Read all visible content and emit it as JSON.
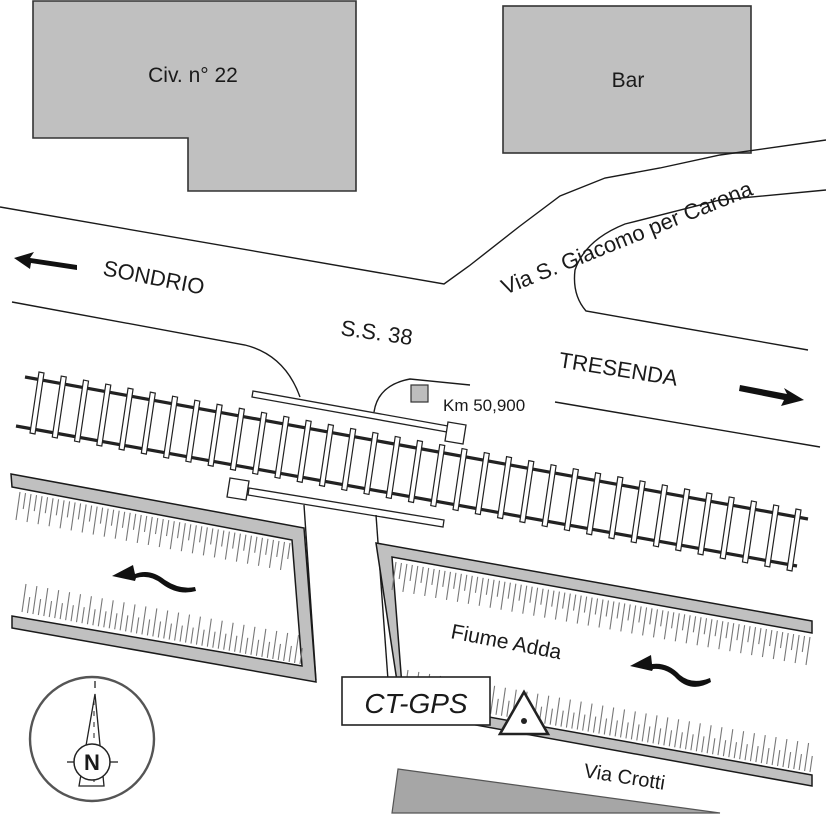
{
  "map": {
    "buildings": [
      {
        "id": "civ22",
        "label": "Civ. n° 22"
      },
      {
        "id": "bar",
        "label": "Bar"
      }
    ],
    "roads": {
      "main": "S.S. 38",
      "side": "Via S. Giacomo per Carona",
      "bottom": "Via Crotti"
    },
    "directions": {
      "west": {
        "label": "SONDRIO",
        "arrow": "arrow-left"
      },
      "east": {
        "label": "TRESENDA",
        "arrow": "arrow-right"
      }
    },
    "landmark": {
      "label": "Km 50,900",
      "icon": "gray-square-marker"
    },
    "river": {
      "label": "Fiume Adda",
      "flow_icon": "flow-arrow-left"
    },
    "station": {
      "label": "CT-GPS",
      "icon": "triangle-benchmark"
    },
    "compass": {
      "letter": "N"
    },
    "colors": {
      "building_fill": "#c0c0c0",
      "wall_fill": "#c0c0c0",
      "bottom_block_fill": "#a6a6a6",
      "line": "#1a1a1a"
    }
  }
}
